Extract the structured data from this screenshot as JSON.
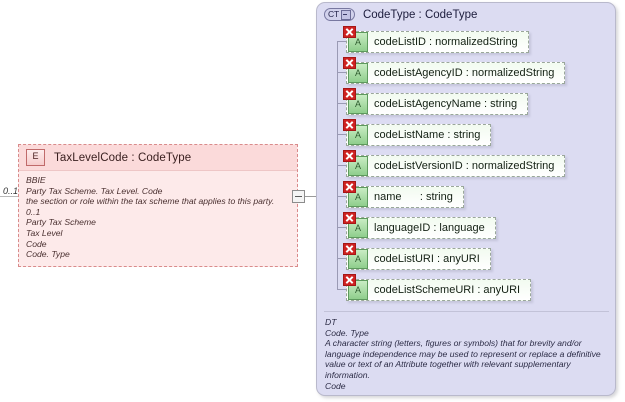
{
  "element": {
    "icon": "element-icon",
    "icon_label": "E",
    "title": "TaxLevelCode : CodeType",
    "cardinality_left": "0..1",
    "annotation_lines": [
      "BBIE",
      "Party Tax Scheme. Tax Level. Code",
      "the section or role within the tax scheme that applies to this party.",
      "0..1",
      "Party Tax Scheme",
      "Tax Level",
      "Code",
      "Code. Type"
    ]
  },
  "connector": {
    "toggle_symbol": "minus-box-icon"
  },
  "type_panel": {
    "icon_label": "CT",
    "title": "CodeType : CodeType",
    "attributes": [
      {
        "icon_label": "A",
        "label": "codeListID : normalizedString"
      },
      {
        "icon_label": "A",
        "label": "codeListAgencyID : normalizedString"
      },
      {
        "icon_label": "A",
        "label": "codeListAgencyName : string"
      },
      {
        "icon_label": "A",
        "label": "codeListName : string"
      },
      {
        "icon_label": "A",
        "label": "codeListVersionID : normalizedString"
      },
      {
        "icon_label": "A",
        "label": "name      : string"
      },
      {
        "icon_label": "A",
        "label": "languageID : language"
      },
      {
        "icon_label": "A",
        "label": "codeListURI : anyURI"
      },
      {
        "icon_label": "A",
        "label": "codeListSchemeURI : anyURI"
      }
    ],
    "documentation_lines": [
      "DT",
      "Code. Type",
      "A character string (letters, figures or symbols) that for brevity and/or",
      "language independence may be used to represent or replace a definitive",
      "value or text of an Attribute together with relevant supplementary",
      "information.",
      "Code"
    ]
  },
  "colors": {
    "element_fill": "#fdeaea",
    "element_header_fill": "#fbdada",
    "element_border": "#d98b8b",
    "panel_fill": "#dcdcf2",
    "panel_border": "#b9b9cc",
    "attribute_fill": "#f2fbf0",
    "attribute_icon_green": "#8fce8c",
    "badge_red": "#cf2222"
  }
}
